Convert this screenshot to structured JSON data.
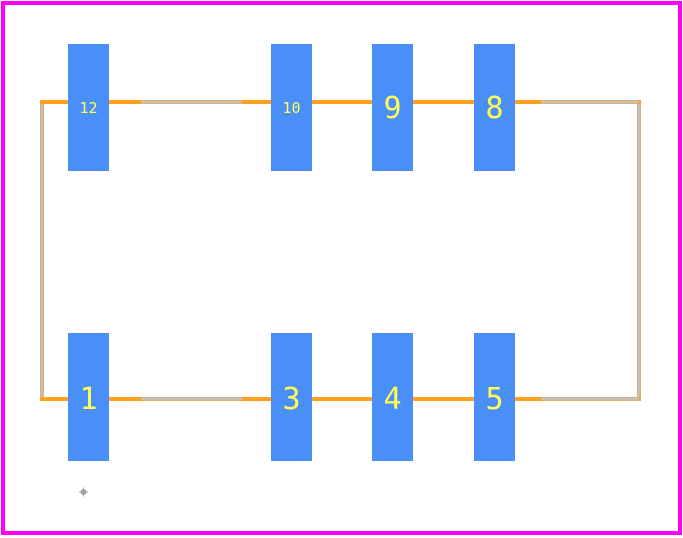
{
  "colors": {
    "board_outline": "#ff00ff",
    "courtyard": "#ffa020",
    "silkscreen": "#c0c0c0",
    "pad": "#4a8ff8",
    "pad_label": "#ffff55",
    "origin_marker": "#a0a0a0"
  },
  "pads": [
    {
      "label": "12",
      "row": "top"
    },
    {
      "label": "10",
      "row": "top"
    },
    {
      "label": "9",
      "row": "top"
    },
    {
      "label": "8",
      "row": "top"
    },
    {
      "label": "1",
      "row": "bottom"
    },
    {
      "label": "3",
      "row": "bottom"
    },
    {
      "label": "4",
      "row": "bottom"
    },
    {
      "label": "5",
      "row": "bottom"
    }
  ]
}
